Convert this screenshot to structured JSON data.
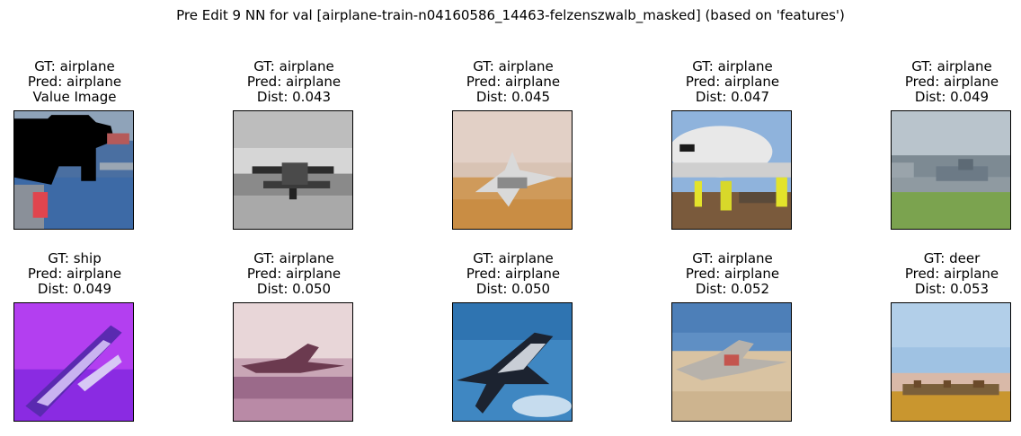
{
  "figure": {
    "title": "Pre Edit 9 NN for val [airplane-train-n04160586_14463-felzenszwalb_masked] (based on 'features')"
  },
  "panels": [
    {
      "gt": "GT: airplane",
      "pred": "Pred: airplane",
      "extra": "Value Image",
      "thumb": "masked-airplane-over-water"
    },
    {
      "gt": "GT: airplane",
      "pred": "Pred: airplane",
      "extra": "Dist: 0.043",
      "thumb": "grayscale-biplane"
    },
    {
      "gt": "GT: airplane",
      "pred": "Pred: airplane",
      "extra": "Dist: 0.045",
      "thumb": "small-plane-on-sand"
    },
    {
      "gt": "GT: airplane",
      "pred": "Pred: airplane",
      "extra": "Dist: 0.047",
      "thumb": "airliner-with-ground-crew"
    },
    {
      "gt": "GT: airplane",
      "pred": "Pred: airplane",
      "extra": "Dist: 0.049",
      "thumb": "plane-on-airfield"
    },
    {
      "gt": "GT: ship",
      "pred": "Pred: airplane",
      "extra": "Dist: 0.049",
      "thumb": "purple-diagonal-shape"
    },
    {
      "gt": "GT: airplane",
      "pred": "Pred: airplane",
      "extra": "Dist: 0.050",
      "thumb": "pinkish-plane-on-runway"
    },
    {
      "gt": "GT: airplane",
      "pred": "Pred: airplane",
      "extra": "Dist: 0.050",
      "thumb": "jet-against-blue-sky"
    },
    {
      "gt": "GT: airplane",
      "pred": "Pred: airplane",
      "extra": "Dist: 0.052",
      "thumb": "plane-on-desert-airstrip"
    },
    {
      "gt": "GT: deer",
      "pred": "Pred: airplane",
      "extra": "Dist: 0.053",
      "thumb": "field-with-deer-herd"
    }
  ]
}
